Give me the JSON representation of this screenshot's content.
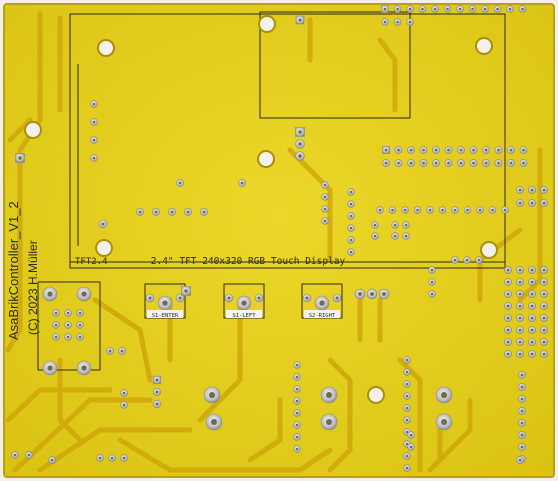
{
  "board": {
    "display_label": "2.4\" TFT 240x320 RGB Touch Display",
    "tft_label": "TFT2.4",
    "project_label": "AsaBrikController_V1_2",
    "copyright_label": "(C) 2023 H.Müller",
    "switch_labels": [
      "S1-ENTER",
      "S1-LEFT",
      "S2-RIGHT"
    ]
  },
  "colors": {
    "board": "#e6d21c",
    "copper": "#d2a70a",
    "pad": "#c9c9c9",
    "silk": "#2a2a1a"
  }
}
